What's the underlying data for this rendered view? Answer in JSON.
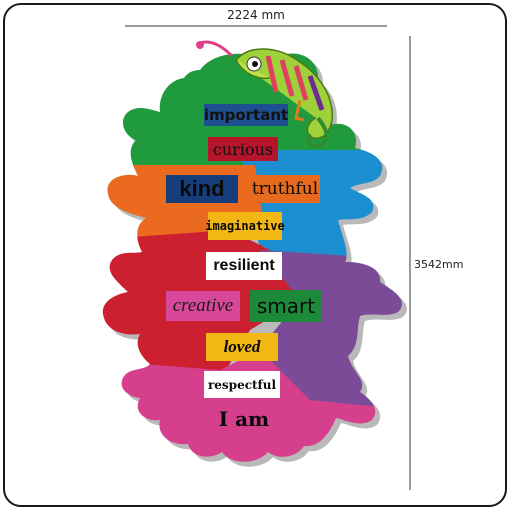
{
  "dimensions": {
    "width_label": "2224 mm",
    "height_label": "3542mm"
  },
  "colors": {
    "green": "#1f9a3c",
    "blue": "#1b8fd0",
    "orange": "#ea6b1f",
    "red": "#cc1f2f",
    "purple": "#7c4b98",
    "pink": "#d63f8c",
    "shadow": "#8a8a8a"
  },
  "chameleon": {
    "icon": "chameleon-icon"
  },
  "words": [
    {
      "text": "important",
      "bg": "#1d4f91",
      "fg": "#111111"
    },
    {
      "text": "curious",
      "bg": "#b5142b",
      "fg": "#111111"
    },
    {
      "text": "kind",
      "bg": "#173e7a",
      "fg": "#0a0a0a"
    },
    {
      "text": "truthful",
      "bg": "#e86a1c",
      "fg": "#0a0a0a"
    },
    {
      "text": "imaginative",
      "bg": "#f2b712",
      "fg": "#0a0a0a"
    },
    {
      "text": "resilient",
      "bg": "#ffffff",
      "fg": "#0a0a0a"
    },
    {
      "text": "creative",
      "bg": "#d8489a",
      "fg": "#1a1a1a"
    },
    {
      "text": "smart",
      "bg": "#1d8a3a",
      "fg": "#0a0a0a"
    },
    {
      "text": "loved",
      "bg": "#f2b712",
      "fg": "#0a0a0a"
    },
    {
      "text": "respectful",
      "bg": "#ffffff",
      "fg": "#0a0a0a"
    },
    {
      "text": "I am",
      "bg": "#d63f8c",
      "fg": "#0a0a0a"
    }
  ]
}
